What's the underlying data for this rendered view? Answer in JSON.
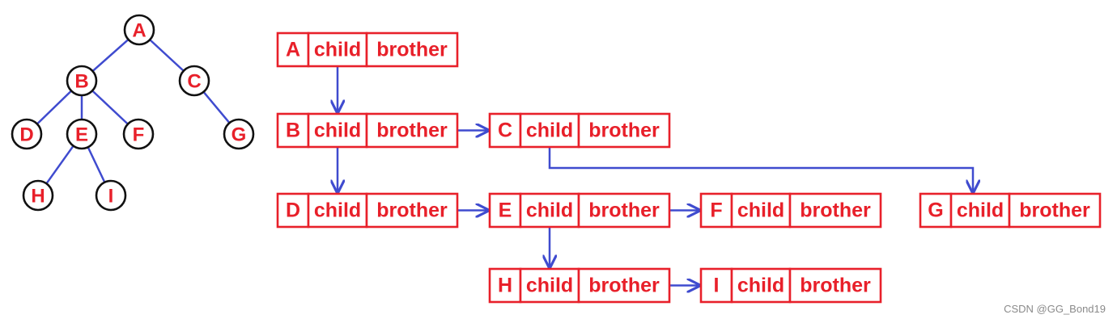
{
  "tree": {
    "nodes": [
      "A",
      "B",
      "C",
      "D",
      "E",
      "F",
      "G",
      "H",
      "I"
    ],
    "edges": [
      [
        "A",
        "B"
      ],
      [
        "A",
        "C"
      ],
      [
        "B",
        "D"
      ],
      [
        "B",
        "E"
      ],
      [
        "B",
        "F"
      ],
      [
        "C",
        "G"
      ],
      [
        "E",
        "H"
      ],
      [
        "E",
        "I"
      ]
    ]
  },
  "linked_repr": {
    "field_child": "child",
    "field_brother": "brother",
    "records": [
      "A",
      "B",
      "C",
      "D",
      "E",
      "F",
      "G",
      "H",
      "I"
    ],
    "child_links": [
      [
        "A",
        "B"
      ],
      [
        "B",
        "D"
      ],
      [
        "C",
        "G"
      ],
      [
        "E",
        "H"
      ]
    ],
    "brother_links": [
      [
        "B",
        "C"
      ],
      [
        "D",
        "E"
      ],
      [
        "E",
        "F"
      ],
      [
        "H",
        "I"
      ]
    ]
  },
  "watermark": "CSDN @GG_Bond19",
  "colors": {
    "red": "#e8202a",
    "blue": "#3f4bcf",
    "node_outline": "#111111"
  }
}
